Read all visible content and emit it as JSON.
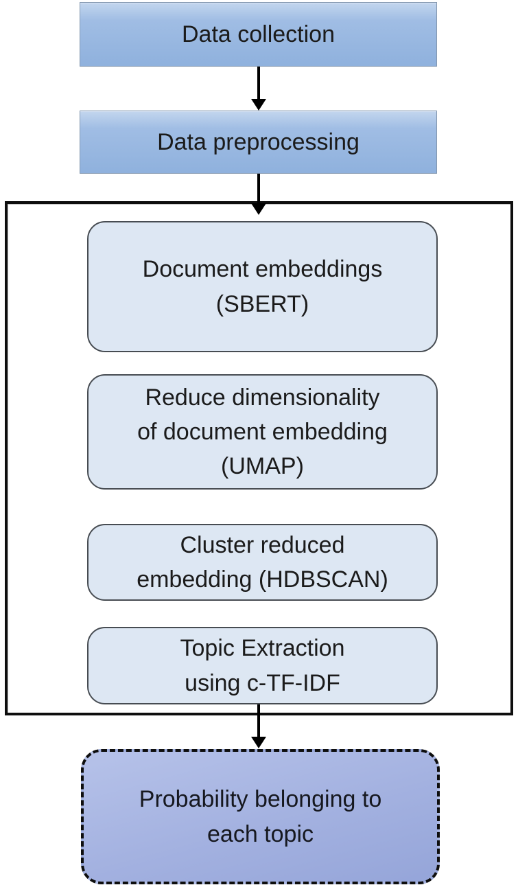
{
  "diagram": {
    "type": "flowchart",
    "nodes": {
      "data_collection": {
        "label": "Data collection"
      },
      "data_preprocessing": {
        "label": "Data preprocessing"
      },
      "sbert": {
        "line1": "Document embeddings",
        "line2": "(SBERT)"
      },
      "umap": {
        "line1": "Reduce dimensionality",
        "line2": "of document embedding",
        "line3": "(UMAP)"
      },
      "hdbscan": {
        "line1": "Cluster reduced",
        "line2": "embedding (HDBSCAN)"
      },
      "ctfidf": {
        "line1": "Topic Extraction",
        "line2": "using c-TF-IDF"
      },
      "probability": {
        "line1": "Probability belonging to",
        "line2": "each topic"
      }
    },
    "edges": [
      {
        "from": "data_collection",
        "to": "data_preprocessing"
      },
      {
        "from": "data_preprocessing",
        "to": "sbert"
      },
      {
        "from": "ctfidf",
        "to": "probability"
      }
    ],
    "colors": {
      "process_box_fill_top": "#c3d6ee",
      "process_box_fill_bottom": "#8fb1dd",
      "process_box_border": "#8296ae",
      "step_box_fill": "#dde7f3",
      "step_box_border": "#474c52",
      "container_border": "#0e0e0e",
      "output_box_fill_top": "#b6c2e9",
      "output_box_fill_bottom": "#95a5d9",
      "output_box_border": "#0e0e0e",
      "arrow": "#000000",
      "text": "#1b1b1b"
    }
  }
}
